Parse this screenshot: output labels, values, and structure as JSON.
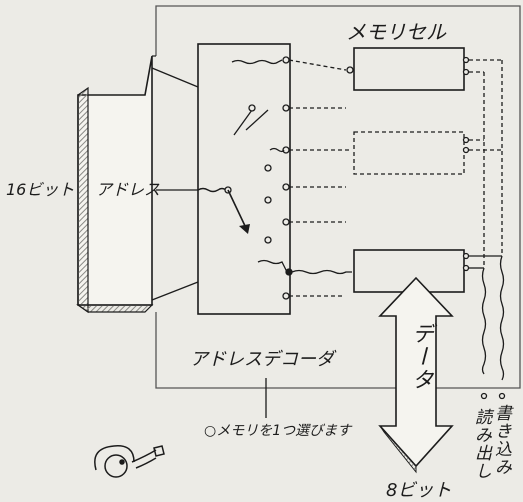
{
  "labels": {
    "memory_cell": "メモリセル",
    "bits_16": "16ビット",
    "address": "アドレス",
    "address_decoder": "アドレスデコーダ",
    "data": "データ",
    "select_note": "○メモリを1つ選びます",
    "read": "読み出し",
    "write": "書き込み",
    "bits_8": "8ビット"
  },
  "colors": {
    "ink": "#1c1c1c",
    "paper": "#ecebe6",
    "hatch": "#8a8a86"
  }
}
